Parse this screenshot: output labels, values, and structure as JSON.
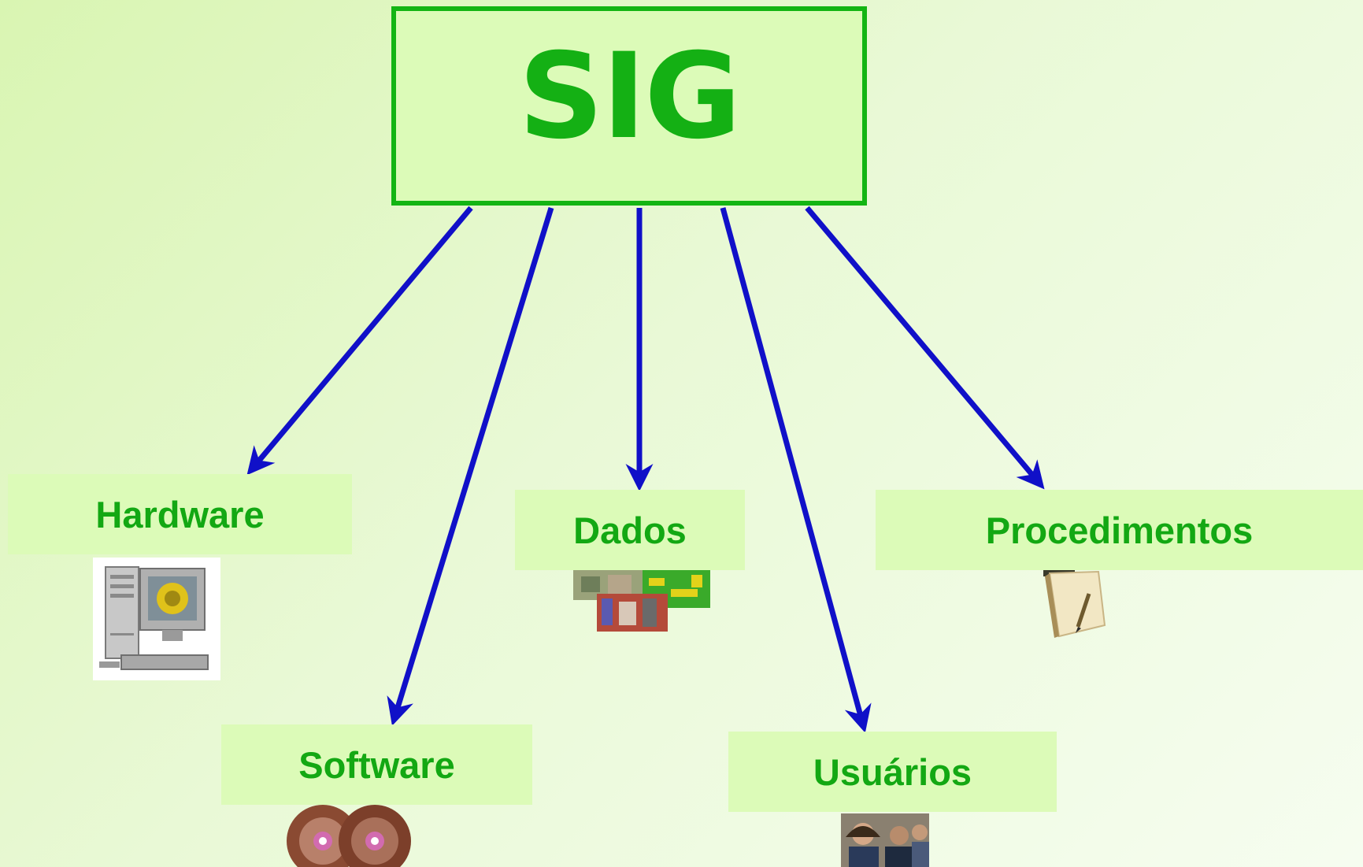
{
  "diagram": {
    "root": {
      "label": "SIG"
    },
    "nodes": [
      {
        "id": "hardware",
        "label": "Hardware",
        "icon": "computer-icon"
      },
      {
        "id": "software",
        "label": "Software",
        "icon": "cd-discs-icon"
      },
      {
        "id": "dados",
        "label": "Dados",
        "icon": "maps-photos-icon"
      },
      {
        "id": "usuarios",
        "label": "Usuários",
        "icon": "people-icon"
      },
      {
        "id": "procedimentos",
        "label": "Procedimentos",
        "icon": "notepad-pencil-icon"
      }
    ],
    "edges": [
      {
        "from": "SIG",
        "to": "hardware"
      },
      {
        "from": "SIG",
        "to": "software"
      },
      {
        "from": "SIG",
        "to": "dados"
      },
      {
        "from": "SIG",
        "to": "usuarios"
      },
      {
        "from": "SIG",
        "to": "procedimentos"
      }
    ],
    "colors": {
      "background": "#e9f9d6",
      "box_fill": "#dcfbb8",
      "box_border": "#13b513",
      "text": "#13a813",
      "arrow": "#1010c8"
    }
  }
}
